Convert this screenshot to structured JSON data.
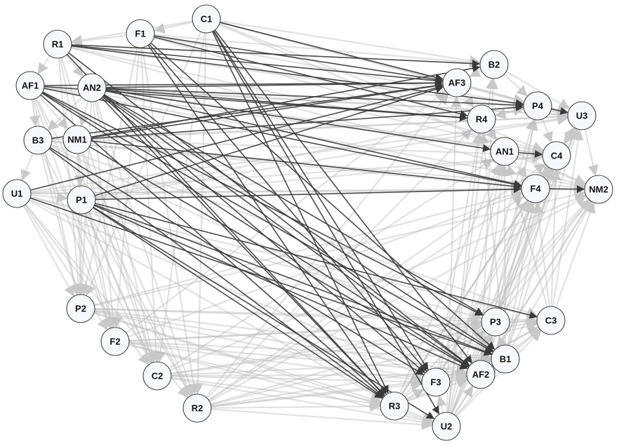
{
  "graph": {
    "nodes": [
      {
        "id": "C1",
        "label": "C1"
      },
      {
        "id": "F1",
        "label": "F1"
      },
      {
        "id": "R1",
        "label": "R1"
      },
      {
        "id": "AF1",
        "label": "AF1"
      },
      {
        "id": "AN2",
        "label": "AN2"
      },
      {
        "id": "B3",
        "label": "B3"
      },
      {
        "id": "NM1",
        "label": "NM1"
      },
      {
        "id": "U1",
        "label": "U1"
      },
      {
        "id": "P1",
        "label": "P1"
      },
      {
        "id": "P2",
        "label": "P2"
      },
      {
        "id": "F2",
        "label": "F2"
      },
      {
        "id": "C2",
        "label": "C2"
      },
      {
        "id": "R2",
        "label": "R2"
      },
      {
        "id": "R3",
        "label": "R3"
      },
      {
        "id": "U2",
        "label": "U2"
      },
      {
        "id": "F3",
        "label": "F3"
      },
      {
        "id": "AF2",
        "label": "AF2"
      },
      {
        "id": "B1",
        "label": "B1"
      },
      {
        "id": "P3",
        "label": "P3"
      },
      {
        "id": "C3",
        "label": "C3"
      },
      {
        "id": "B2",
        "label": "B2"
      },
      {
        "id": "AF3",
        "label": "AF3"
      },
      {
        "id": "P4",
        "label": "P4"
      },
      {
        "id": "U3",
        "label": "U3"
      },
      {
        "id": "R4",
        "label": "R4"
      },
      {
        "id": "AN1",
        "label": "AN1"
      },
      {
        "id": "C4",
        "label": "C4"
      },
      {
        "id": "F4",
        "label": "F4"
      },
      {
        "id": "NM2",
        "label": "NM2"
      }
    ],
    "strong_edges": [
      [
        "C1",
        "AF3"
      ],
      [
        "C1",
        "R3"
      ],
      [
        "C1",
        "AF2"
      ],
      [
        "C1",
        "U2"
      ],
      [
        "C1",
        "F3"
      ],
      [
        "F1",
        "AF3"
      ],
      [
        "F1",
        "R4"
      ],
      [
        "F1",
        "R3"
      ],
      [
        "F1",
        "F3"
      ],
      [
        "F1",
        "B1"
      ],
      [
        "R1",
        "AF3"
      ],
      [
        "R1",
        "P4"
      ],
      [
        "R1",
        "AF2"
      ],
      [
        "R1",
        "R3"
      ],
      [
        "R1",
        "B2"
      ],
      [
        "AF1",
        "AF3"
      ],
      [
        "AF1",
        "R3"
      ],
      [
        "AF1",
        "AF2"
      ],
      [
        "AF1",
        "F4"
      ],
      [
        "AF1",
        "P3"
      ],
      [
        "AF1",
        "B1"
      ],
      [
        "AF1",
        "R4"
      ],
      [
        "AN2",
        "AF3"
      ],
      [
        "AN2",
        "P4"
      ],
      [
        "AN2",
        "F4"
      ],
      [
        "AN2",
        "R3"
      ],
      [
        "AN2",
        "AF2"
      ],
      [
        "AN2",
        "B1"
      ],
      [
        "AN2",
        "P3"
      ],
      [
        "AN2",
        "F3"
      ],
      [
        "AN2",
        "R4"
      ],
      [
        "AN2",
        "AN1"
      ],
      [
        "NM1",
        "AF3"
      ],
      [
        "NM1",
        "F4"
      ],
      [
        "NM1",
        "P4"
      ],
      [
        "NM1",
        "AF2"
      ],
      [
        "NM1",
        "B2"
      ],
      [
        "B3",
        "AF3"
      ],
      [
        "B3",
        "F3"
      ],
      [
        "B3",
        "R3"
      ],
      [
        "U1",
        "AF3"
      ],
      [
        "U1",
        "B1"
      ],
      [
        "P1",
        "F4"
      ],
      [
        "P1",
        "C3"
      ],
      [
        "P1",
        "AF2"
      ],
      [
        "P1",
        "R3"
      ],
      [
        "P1",
        "U2"
      ],
      [
        "P1",
        "B1"
      ],
      [
        "P1",
        "AF3"
      ],
      [
        "P4",
        "U3"
      ],
      [
        "AN1",
        "C4"
      ],
      [
        "F4",
        "NM2"
      ]
    ],
    "weak_edges": [
      [
        "U1",
        "P2"
      ],
      [
        "U1",
        "F2"
      ],
      [
        "U1",
        "C2"
      ],
      [
        "U1",
        "R2"
      ],
      [
        "B3",
        "P2"
      ],
      [
        "B3",
        "F2"
      ],
      [
        "B3",
        "C2"
      ],
      [
        "AF1",
        "P2"
      ],
      [
        "AF1",
        "F2"
      ],
      [
        "AF1",
        "C2"
      ],
      [
        "AF1",
        "R2"
      ],
      [
        "R1",
        "P2"
      ],
      [
        "R1",
        "F2"
      ],
      [
        "R1",
        "C2"
      ],
      [
        "F1",
        "P2"
      ],
      [
        "F1",
        "F2"
      ],
      [
        "F1",
        "C2"
      ],
      [
        "F1",
        "R2"
      ],
      [
        "C1",
        "P2"
      ],
      [
        "C1",
        "R2"
      ],
      [
        "C1",
        "C2"
      ],
      [
        "NM1",
        "P2"
      ],
      [
        "NM1",
        "C2"
      ],
      [
        "NM1",
        "R2"
      ],
      [
        "AN2",
        "P2"
      ],
      [
        "AN2",
        "F2"
      ],
      [
        "AN2",
        "C2"
      ],
      [
        "AN2",
        "R2"
      ],
      [
        "P1",
        "P2"
      ],
      [
        "P1",
        "F2"
      ],
      [
        "P1",
        "C2"
      ],
      [
        "P1",
        "R2"
      ],
      [
        "P2",
        "AF2"
      ],
      [
        "P2",
        "B1"
      ],
      [
        "P2",
        "P3"
      ],
      [
        "P2",
        "C3"
      ],
      [
        "P2",
        "F3"
      ],
      [
        "P2",
        "R3"
      ],
      [
        "P2",
        "U2"
      ],
      [
        "P2",
        "NM2"
      ],
      [
        "P2",
        "F4"
      ],
      [
        "F2",
        "AF2"
      ],
      [
        "F2",
        "B1"
      ],
      [
        "F2",
        "P3"
      ],
      [
        "F2",
        "C3"
      ],
      [
        "F2",
        "R3"
      ],
      [
        "F2",
        "U2"
      ],
      [
        "F2",
        "F3"
      ],
      [
        "F2",
        "F4"
      ],
      [
        "F2",
        "AF3"
      ],
      [
        "C2",
        "AF2"
      ],
      [
        "C2",
        "B1"
      ],
      [
        "C2",
        "P3"
      ],
      [
        "C2",
        "C3"
      ],
      [
        "C2",
        "R3"
      ],
      [
        "C2",
        "U2"
      ],
      [
        "C2",
        "F3"
      ],
      [
        "C2",
        "NM2"
      ],
      [
        "C2",
        "AN1"
      ],
      [
        "R2",
        "AF2"
      ],
      [
        "R2",
        "B1"
      ],
      [
        "R2",
        "P3"
      ],
      [
        "R2",
        "C3"
      ],
      [
        "R2",
        "R3"
      ],
      [
        "R2",
        "U2"
      ],
      [
        "R2",
        "F3"
      ],
      [
        "R2",
        "F4"
      ],
      [
        "R2",
        "NM2"
      ],
      [
        "R2",
        "C4"
      ],
      [
        "R2",
        "R4"
      ],
      [
        "R2",
        "AF3"
      ],
      [
        "R3",
        "U2"
      ],
      [
        "R3",
        "F3"
      ],
      [
        "R3",
        "AF2"
      ],
      [
        "R3",
        "B1"
      ],
      [
        "R3",
        "P3"
      ],
      [
        "R3",
        "C3"
      ],
      [
        "R3",
        "NM2"
      ],
      [
        "R3",
        "F4"
      ],
      [
        "R3",
        "C4"
      ],
      [
        "R3",
        "AN1"
      ],
      [
        "R3",
        "U3"
      ],
      [
        "U2",
        "F3"
      ],
      [
        "U2",
        "AF2"
      ],
      [
        "U2",
        "B1"
      ],
      [
        "U2",
        "P3"
      ],
      [
        "U2",
        "C3"
      ],
      [
        "U2",
        "NM2"
      ],
      [
        "U2",
        "F4"
      ],
      [
        "U2",
        "C4"
      ],
      [
        "U2",
        "AN1"
      ],
      [
        "U2",
        "R4"
      ],
      [
        "U2",
        "P4"
      ],
      [
        "U2",
        "U3"
      ],
      [
        "U2",
        "AF3"
      ],
      [
        "U2",
        "B2"
      ],
      [
        "F3",
        "AF2"
      ],
      [
        "F3",
        "B1"
      ],
      [
        "F3",
        "C3"
      ],
      [
        "F3",
        "NM2"
      ],
      [
        "F3",
        "F4"
      ],
      [
        "F3",
        "AN1"
      ],
      [
        "F3",
        "R4"
      ],
      [
        "F3",
        "U3"
      ],
      [
        "AF2",
        "B1"
      ],
      [
        "AF2",
        "P3"
      ],
      [
        "AF2",
        "C3"
      ],
      [
        "AF2",
        "NM2"
      ],
      [
        "AF2",
        "F4"
      ],
      [
        "AF2",
        "C4"
      ],
      [
        "AF2",
        "AN1"
      ],
      [
        "AF2",
        "U3"
      ],
      [
        "AF2",
        "P4"
      ],
      [
        "AF2",
        "B2"
      ],
      [
        "B1",
        "P3"
      ],
      [
        "B1",
        "C3"
      ],
      [
        "B1",
        "NM2"
      ],
      [
        "B1",
        "F4"
      ],
      [
        "B1",
        "AN1"
      ],
      [
        "B1",
        "C4"
      ],
      [
        "B1",
        "R4"
      ],
      [
        "B1",
        "U3"
      ],
      [
        "P3",
        "C3"
      ],
      [
        "P3",
        "NM2"
      ],
      [
        "P3",
        "F4"
      ],
      [
        "P3",
        "C4"
      ],
      [
        "P3",
        "U3"
      ],
      [
        "P3",
        "P4"
      ],
      [
        "C3",
        "NM2"
      ],
      [
        "C3",
        "F4"
      ],
      [
        "C3",
        "C4"
      ],
      [
        "C3",
        "U3"
      ],
      [
        "C3",
        "AN1"
      ],
      [
        "U1",
        "P3"
      ],
      [
        "U1",
        "C3"
      ],
      [
        "U1",
        "F3"
      ],
      [
        "U1",
        "R3"
      ],
      [
        "U1",
        "NM2"
      ],
      [
        "U1",
        "C4"
      ],
      [
        "U1",
        "U3"
      ],
      [
        "B3",
        "C3"
      ],
      [
        "B3",
        "NM2"
      ],
      [
        "B3",
        "U3"
      ],
      [
        "B3",
        "B1"
      ],
      [
        "AF1",
        "U3"
      ],
      [
        "AF1",
        "NM2"
      ],
      [
        "AF1",
        "C4"
      ],
      [
        "R1",
        "U3"
      ],
      [
        "R1",
        "C4"
      ],
      [
        "R1",
        "NM2"
      ],
      [
        "C1",
        "B2"
      ],
      [
        "C1",
        "P4"
      ],
      [
        "C1",
        "U3"
      ],
      [
        "C1",
        "C4"
      ],
      [
        "C1",
        "NM2"
      ],
      [
        "F1",
        "B2"
      ],
      [
        "F1",
        "U3"
      ],
      [
        "F1",
        "C4"
      ],
      [
        "C1",
        "F1"
      ],
      [
        "C1",
        "R1"
      ],
      [
        "F1",
        "R1"
      ],
      [
        "R1",
        "AF1"
      ],
      [
        "AF1",
        "B3"
      ],
      [
        "B3",
        "U1"
      ],
      [
        "AN2",
        "NM1"
      ],
      [
        "NM1",
        "P1"
      ],
      [
        "U1",
        "P1"
      ],
      [
        "AN2",
        "B3"
      ],
      [
        "R1",
        "AN2"
      ],
      [
        "AF1",
        "NM1"
      ],
      [
        "B2",
        "AF3"
      ],
      [
        "AF3",
        "P4"
      ],
      [
        "P4",
        "R4"
      ],
      [
        "U3",
        "NM2"
      ],
      [
        "R4",
        "AN1"
      ],
      [
        "C4",
        "F4"
      ],
      [
        "U3",
        "C4"
      ],
      [
        "B2",
        "U3"
      ],
      [
        "AF3",
        "R4"
      ],
      [
        "P4",
        "C4"
      ],
      [
        "R4",
        "F4"
      ],
      [
        "AN1",
        "NM2"
      ],
      [
        "B2",
        "P4"
      ],
      [
        "P1",
        "U3"
      ],
      [
        "P1",
        "C4"
      ],
      [
        "NM1",
        "U3"
      ],
      [
        "NM1",
        "C4"
      ],
      [
        "AN2",
        "U3"
      ],
      [
        "AN2",
        "C4"
      ],
      [
        "P1",
        "P4"
      ],
      [
        "U1",
        "F4"
      ],
      [
        "B3",
        "F4"
      ]
    ]
  }
}
